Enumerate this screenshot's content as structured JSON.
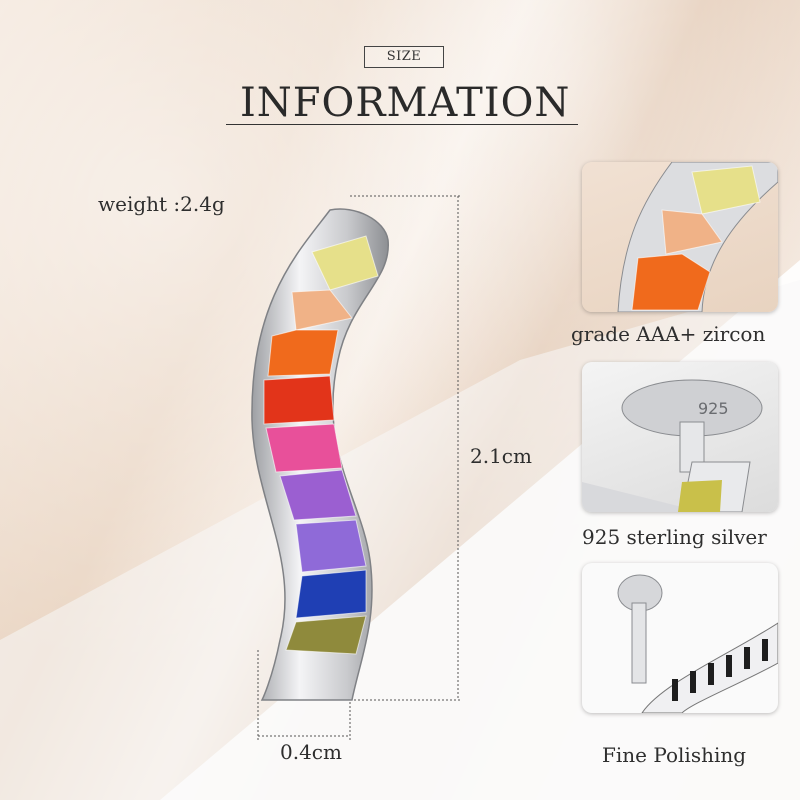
{
  "header": {
    "size_tag": "SIZE",
    "title": "INFORMATION"
  },
  "specs": {
    "weight": "weight :2.4g",
    "height": "2.1cm",
    "width": "0.4cm"
  },
  "features": [
    {
      "caption": "grade AAA+ zircon"
    },
    {
      "caption": "925 sterling silver"
    },
    {
      "caption": "Fine Polishing"
    }
  ],
  "colors": {
    "stones": [
      "#e6e08a",
      "#f0b287",
      "#f06a1c",
      "#e2341a",
      "#e8509a",
      "#9b5fd1",
      "#8f6ad8",
      "#1f3fb4",
      "#8f8a3c"
    ],
    "silver": "#d9dadc",
    "text": "#2e2e2e"
  }
}
